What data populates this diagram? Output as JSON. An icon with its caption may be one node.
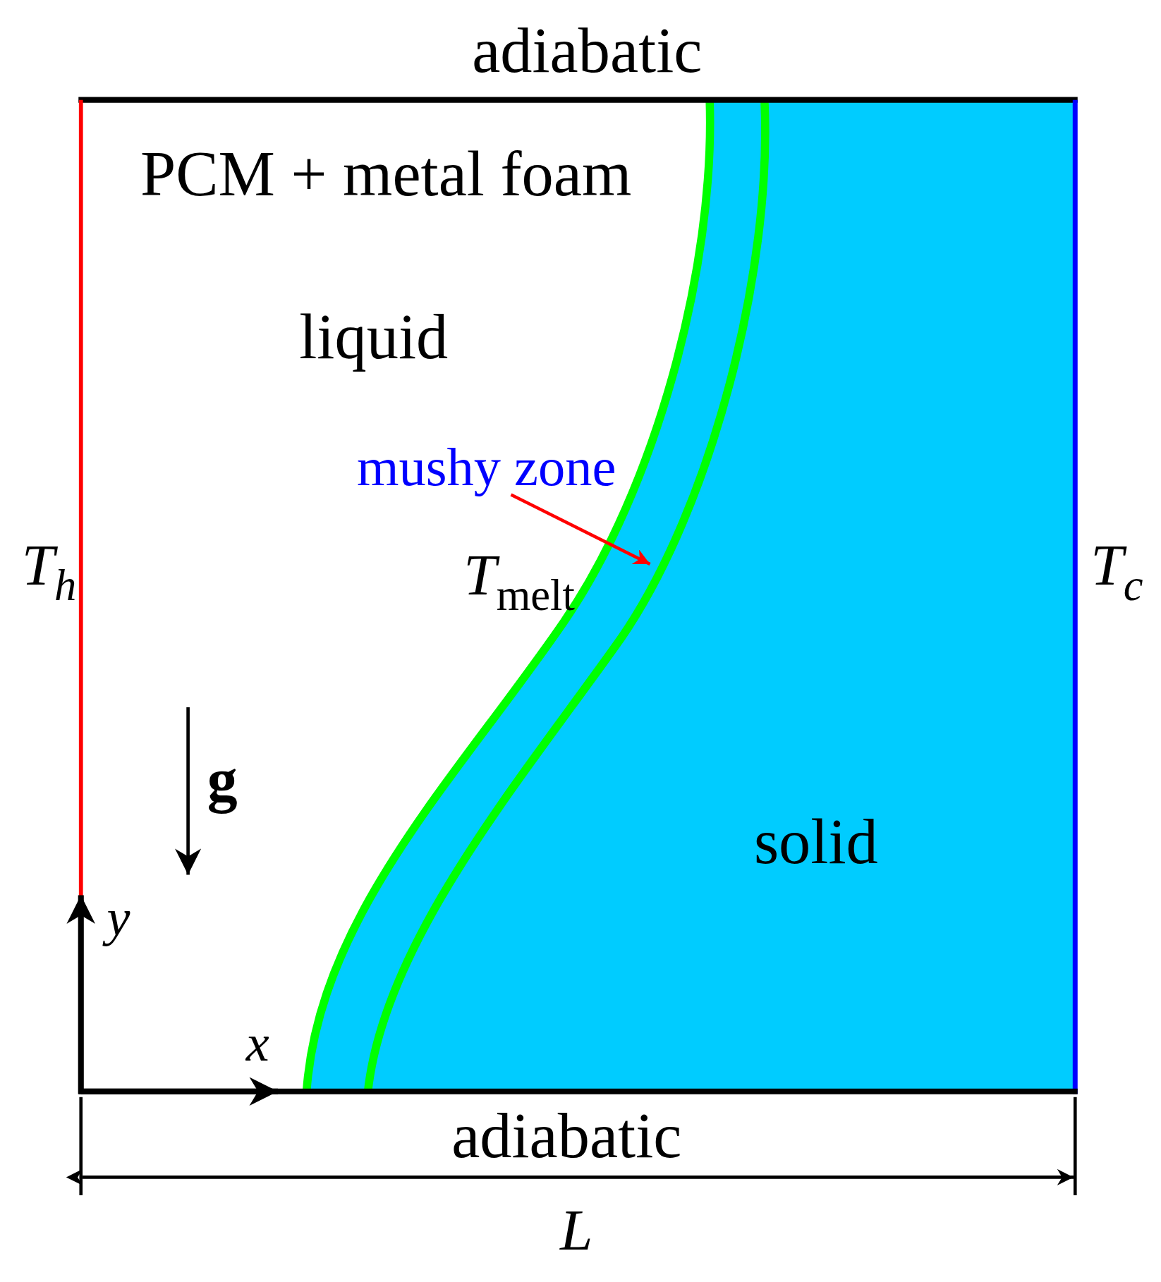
{
  "diagram": {
    "nodes": [
      {
        "text": [
          "mushy zone"
        ]
      },
      {
        "text": [],
        "shape": "band"
      }
    ],
    "edges": [
      {
        "from": 0,
        "to": 1,
        "arrow": "to",
        "color": "#ff0000"
      }
    ],
    "labels": [
      "adiabatic",
      "PCM + metal foam",
      "liquid",
      "*T*$_{h}$",
      "*T*$_{melt}$",
      "*T*$_{c}$",
      "g",
      "y",
      "solid",
      "x",
      "adiabatic",
      "L"
    ]
  }
}
